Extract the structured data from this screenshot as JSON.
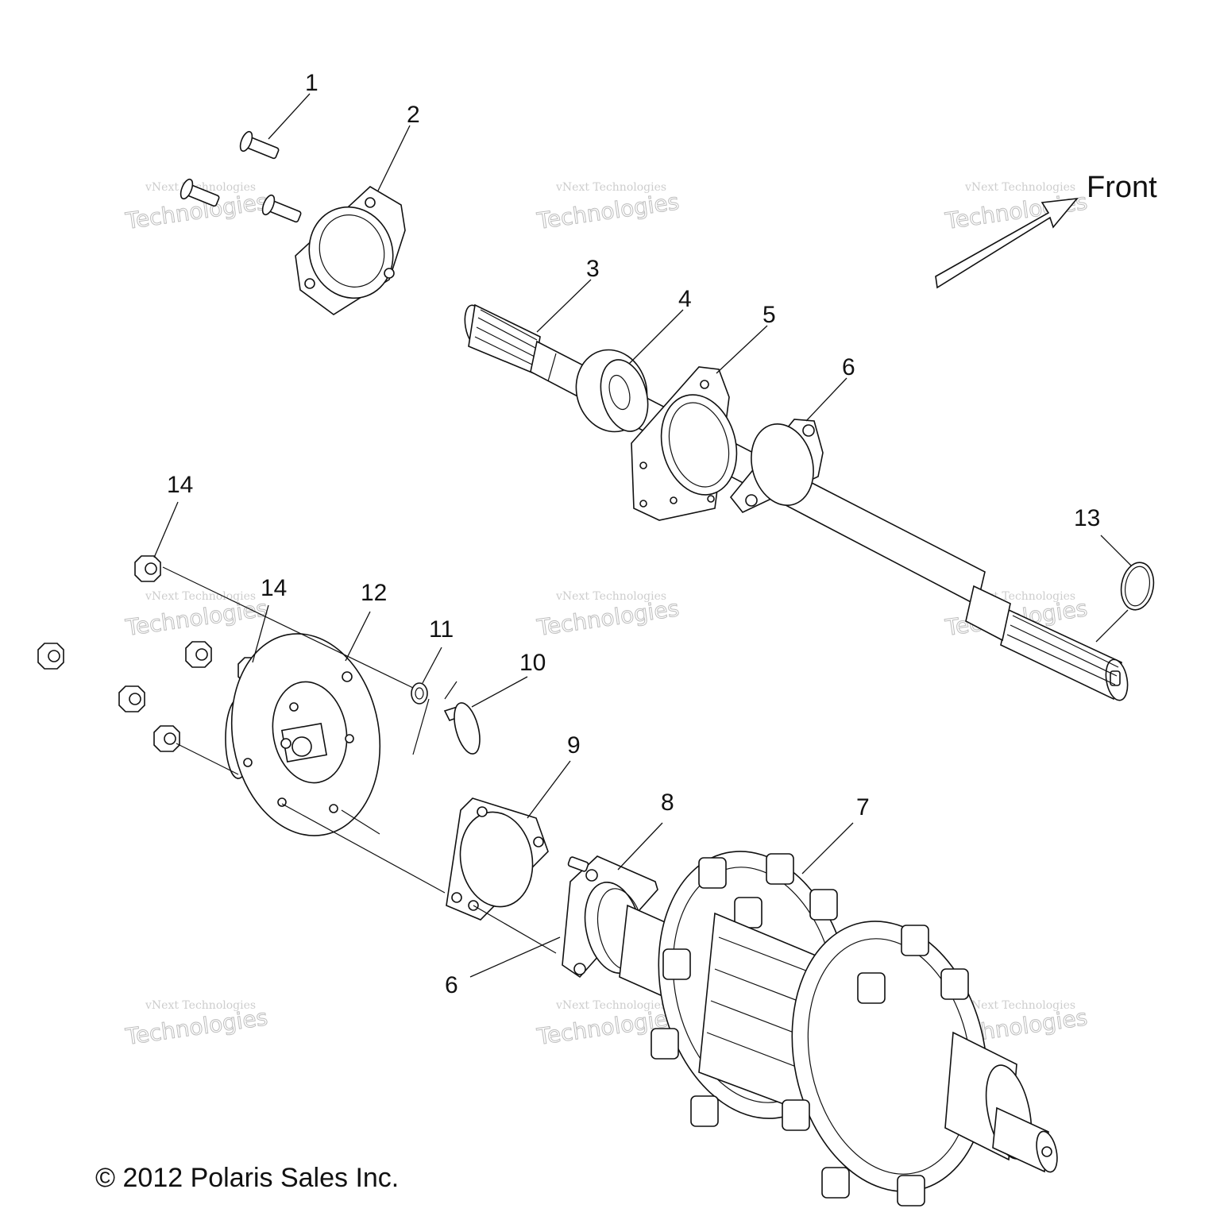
{
  "callouts": {
    "c1": "1",
    "c2": "2",
    "c3": "3",
    "c4": "4",
    "c5": "5",
    "c6a": "6",
    "c6b": "6",
    "c7": "7",
    "c8": "8",
    "c9": "9",
    "c10": "10",
    "c11": "11",
    "c12": "12",
    "c13": "13",
    "c14a": "14",
    "c14b": "14"
  },
  "direction_label": "Front",
  "copyright": "© 2012 Polaris Sales Inc.",
  "watermark": {
    "line1": "vNext Technologies",
    "line2": "Technologies",
    "line3": "vNext"
  },
  "colors": {
    "ink": "#111111",
    "watermark": "#bdbdbd",
    "background": "#ffffff"
  }
}
